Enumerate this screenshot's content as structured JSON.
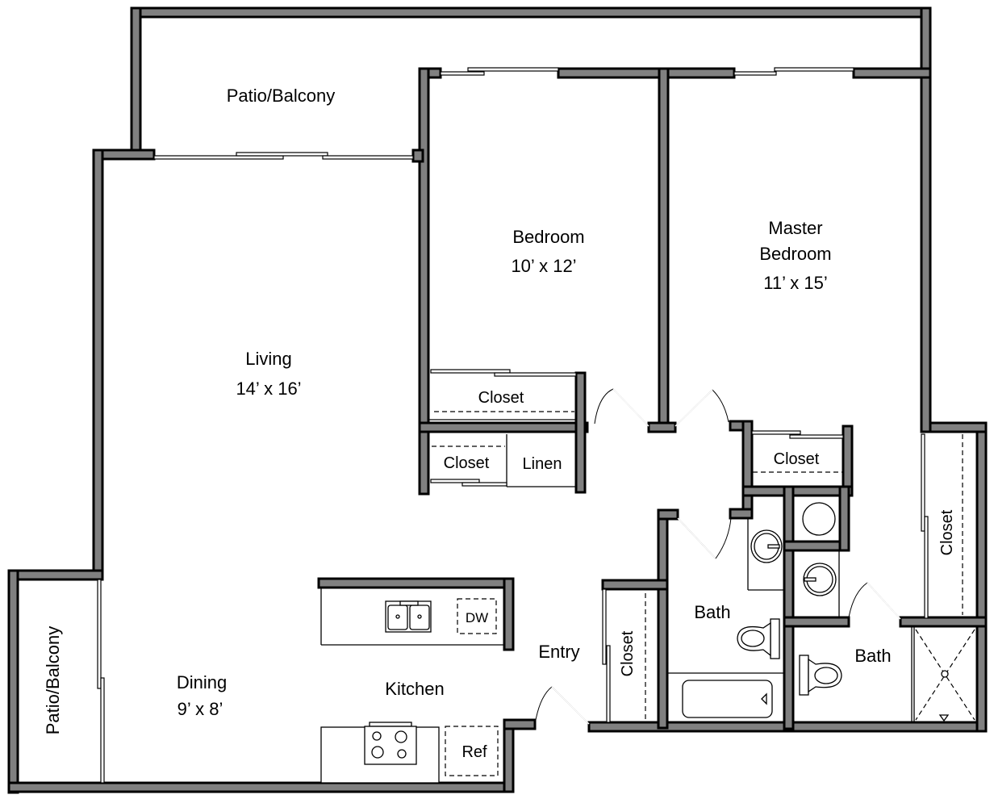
{
  "plan": {
    "wall_fill": "#808080",
    "wall_outline": "#000000",
    "background": "#ffffff"
  },
  "rooms": {
    "patio_top": {
      "label": "Patio/Balcony"
    },
    "patio_left": {
      "label": "Patio/Balcony"
    },
    "bedroom": {
      "label": "Bedroom",
      "size": "10’ x 12’"
    },
    "master_bedroom": {
      "label_line1": "Master",
      "label_line2": "Bedroom",
      "size": "11’ x 15’"
    },
    "living": {
      "label": "Living",
      "size": "14’ x 16’"
    },
    "dining": {
      "label": "Dining",
      "size": "9’ x 8’"
    },
    "kitchen": {
      "label": "Kitchen"
    },
    "entry": {
      "label": "Entry"
    },
    "bath_hall": {
      "label": "Bath"
    },
    "bath_master": {
      "label": "Bath"
    }
  },
  "closets": {
    "bedroom_closet": "Closet",
    "hall_closet": "Closet",
    "linen": "Linen",
    "master_closet": "Closet",
    "walkin_closet": "Closet",
    "entry_closet": "Closet"
  },
  "appliances": {
    "dishwasher": "DW",
    "refrigerator": "Ref"
  }
}
